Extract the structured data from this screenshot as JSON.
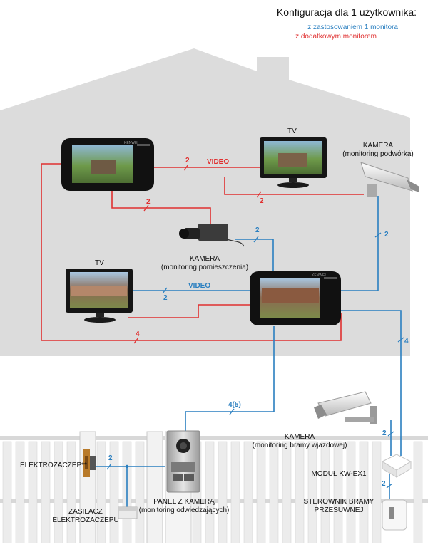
{
  "header": {
    "title": "Konfiguracja dla 1 użytkownika:",
    "legend_single": "z zastosowaniem 1 monitora",
    "legend_additional": "z dodatkowym monitorem"
  },
  "colors": {
    "single_monitor_line": "#2a7fc0",
    "additional_monitor_line": "#e03030",
    "house": "#dcdcdc",
    "fence": "#e6e6e6"
  },
  "devices": {
    "tv_top": "TV",
    "tv_left": "TV",
    "monitor_brand": "KENWEI",
    "camera_yard": "KAMERA\n(monitoring podwórka)",
    "camera_room": "KAMERA\n(monitoring pomieszczenia)",
    "camera_gate": "KAMERA\n(monitoring bramy wjazdowej)",
    "door_lock": "ELEKTROZACZEP**",
    "power_supply": "ZASILACZ\nELEKTROZACZEPU",
    "door_panel": "PANEL Z KAMERĄ\n(monitoring odwiedzających)",
    "module": "MODUŁ KW-EX1",
    "gate_controller": "STEROWNIK BRAMY\nPRZESUWNEJ"
  },
  "wires": {
    "video_label": "VIDEO",
    "count_2": "2",
    "count_4": "4",
    "count_4_5": "4(5)"
  }
}
